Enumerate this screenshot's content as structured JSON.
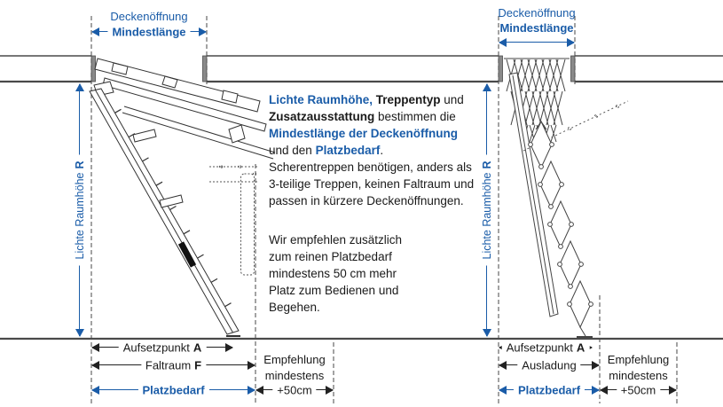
{
  "colors": {
    "accent_blue": "#1A5CA8",
    "drawing_line": "#4a4a4a"
  },
  "left_diagram": {
    "opening_label": "Deckenöffnung",
    "opening_min_label": "Mindestlänge",
    "room_height_label": "Lichte Raumhöhe",
    "room_height_var": "R",
    "dims": {
      "row1_label": "Aufsetzpunkt",
      "row1_var": "A",
      "row2_label": "Faltraum",
      "row2_var": "F",
      "row3_label": "Platzbedarf"
    },
    "recommendation": {
      "line1": "Empfehlung",
      "line2": "mindestens",
      "arrow_label": "+50cm"
    }
  },
  "right_diagram": {
    "opening_label": "Deckenöffnung",
    "opening_min_label": "Mindestlänge",
    "room_height_label": "Lichte Raumhöhe",
    "room_height_var": "R",
    "dims": {
      "row1_label": "Aufsetzpunkt",
      "row1_var": "A",
      "row2_label": "Ausladung",
      "row3_label": "Platzbedarf"
    },
    "recommendation": {
      "line1": "Empfehlung",
      "line2": "mindestens",
      "arrow_label": "+50cm"
    }
  },
  "intro_paragraph": {
    "lines": [
      [
        {
          "t": "Lichte Raumhöhe,",
          "s": "ab"
        },
        {
          "t": " Treppentyp",
          "s": "b"
        },
        {
          "t": " und",
          "s": "n"
        }
      ],
      [
        {
          "t": "Zusatzausstattung",
          "s": "b"
        },
        {
          "t": " bestimmen die",
          "s": "n"
        }
      ],
      [
        {
          "t": "Mindestlänge der Deckenöffnung",
          "s": "ab"
        }
      ],
      [
        {
          "t": "und den ",
          "s": "n"
        },
        {
          "t": "Platzbedarf",
          "s": "ab"
        },
        {
          "t": ".",
          "s": "n"
        }
      ],
      [
        {
          "t": "Scherentreppen benötigen, anders als",
          "s": "n"
        }
      ],
      [
        {
          "t": "3-teilige Treppen, keinen Faltraum und",
          "s": "n"
        }
      ],
      [
        {
          "t": "passen in kürzere Deckenöffnungen.",
          "s": "n"
        }
      ]
    ]
  },
  "advice_paragraph": {
    "lines": [
      "Wir empfehlen zusätzlich",
      "zum reinen Platzbedarf",
      "mindestens 50 cm mehr",
      "Platz zum Bedienen und",
      "Begehen."
    ]
  }
}
